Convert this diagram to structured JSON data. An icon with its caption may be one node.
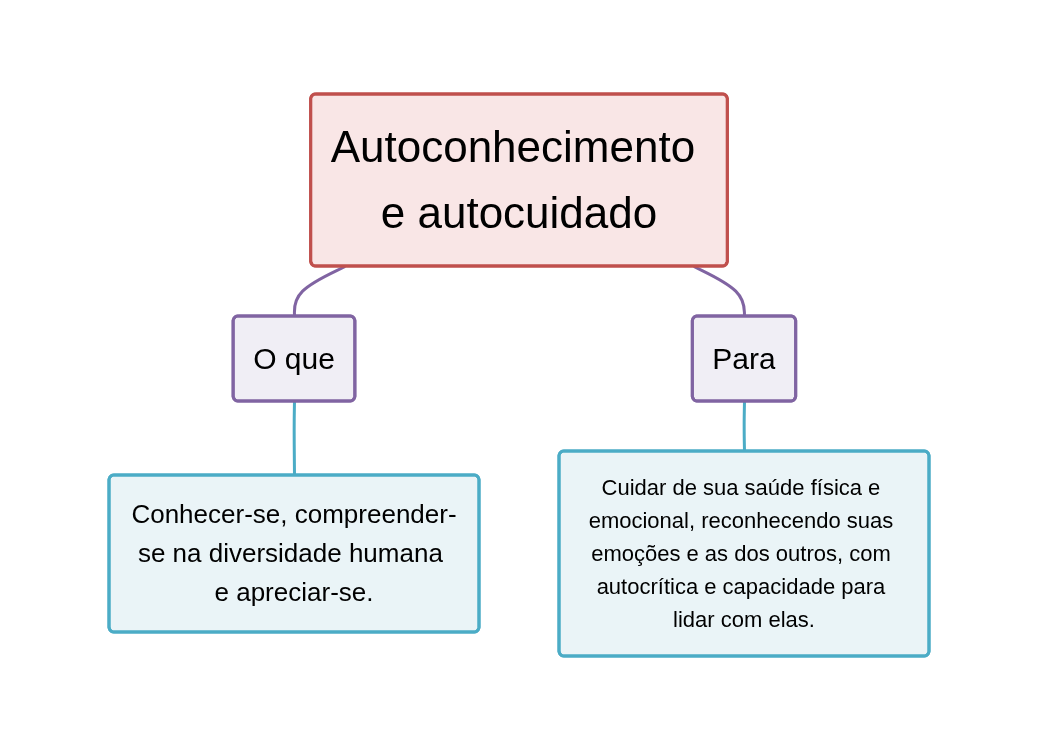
{
  "diagram": {
    "nodes": [
      {
        "text": [
          "Autoconhecimento e autocuidado"
        ]
      },
      {
        "text": [
          "O que"
        ]
      },
      {
        "text": [
          "Para"
        ]
      },
      {
        "text": [
          "Conhecer-se, compreender-se na diversidade humana e apreciar-se."
        ]
      },
      {
        "text": [
          "Cuidar de sua saúde física e emocional, reconhecendo suas emoções e as dos outros, com autocrítica e capacidade para lidar com elas."
        ]
      }
    ],
    "edges": [
      {
        "from": 0,
        "to": 1,
        "arrow": "none",
        "color": "#8064a2"
      },
      {
        "from": 0,
        "to": 2,
        "arrow": "none",
        "color": "#8064a2"
      },
      {
        "from": 1,
        "to": 3,
        "arrow": "none",
        "color": "#4bacc6"
      },
      {
        "from": 2,
        "to": 4,
        "arrow": "none",
        "color": "#4bacc6"
      }
    ]
  }
}
